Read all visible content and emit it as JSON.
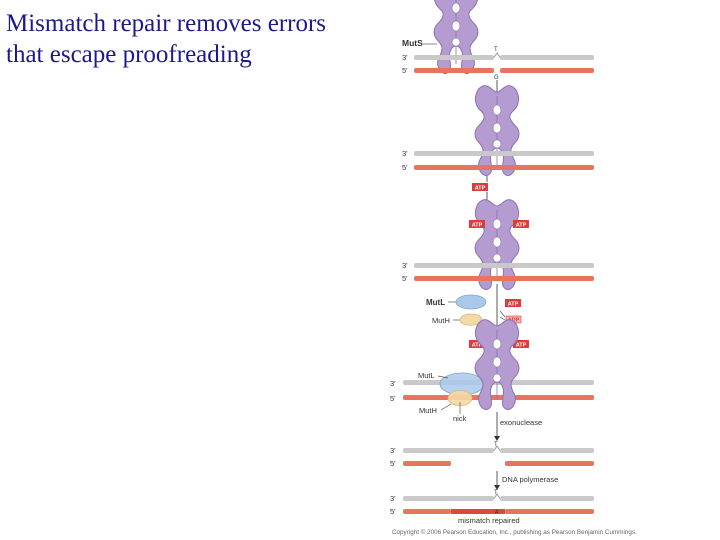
{
  "title": {
    "line1": "Mismatch repair removes errors",
    "line2": "that escape proofreading"
  },
  "labels": {
    "muts": "MutS",
    "mutl": "MutL",
    "muth": "MutH",
    "atp": "ATP",
    "adp": "ADP",
    "nick": "nick",
    "exonuclease": "exonuclease",
    "dna_polymerase": "DNA polymerase",
    "mismatch_repaired": "mismatch repaired",
    "strand3": "3'",
    "strand5": "5'",
    "base_t": "T",
    "base_g": "G",
    "base_a": "A"
  },
  "copyright": "Copyright © 2006 Pearson Education, Inc., publishing as Pearson Benjamin Cummings.",
  "colors": {
    "title": "#1a1a8a",
    "template_strand": "#c9c9c9",
    "new_strand": "#e8735e",
    "muts": "#b49bd0",
    "mutl": "#a9c8ea",
    "muth": "#f3d9a4",
    "atp_badge": "#e03a3a",
    "repaired_strand": "#d84a3a"
  }
}
